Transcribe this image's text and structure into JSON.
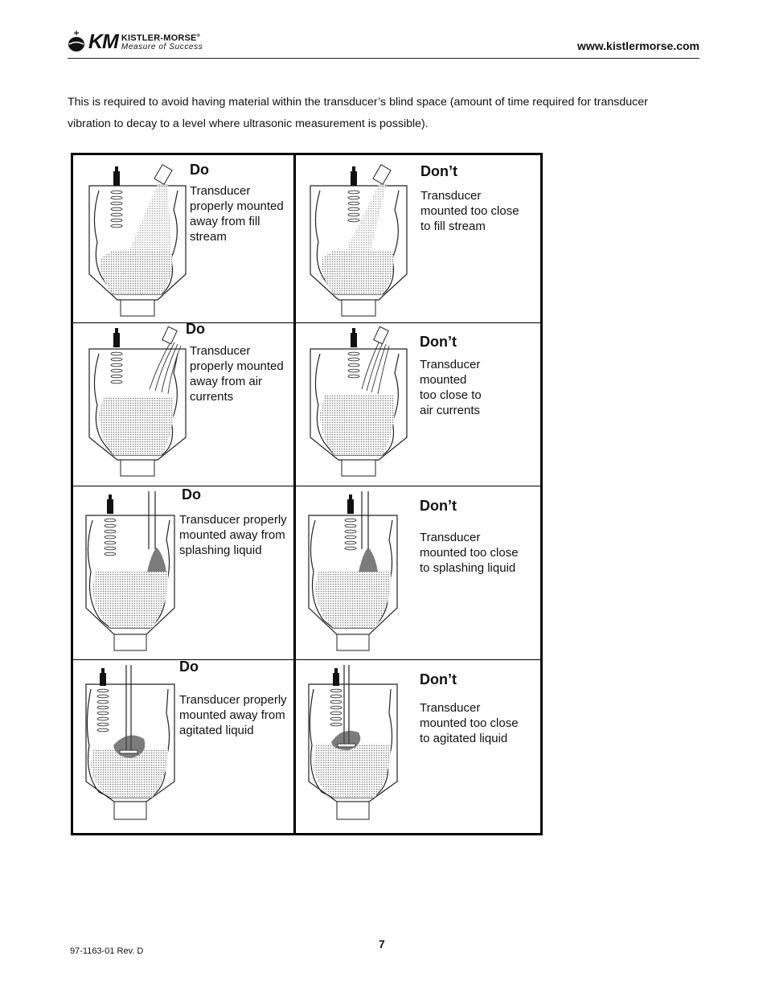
{
  "header": {
    "logo_mark": "KM",
    "brand": "KISTLER-MORSE",
    "tagline": "Measure of Success",
    "url": "www.kistlermorse.com"
  },
  "intro": "This is required to avoid having material within the transducer’s blind space (amount of time required for transducer vibration to decay to a level where ultrasonic measurement is possible).",
  "panels": [
    {
      "heading": "Do",
      "text": "Transducer\nproperly mounted\naway from fill\nstream"
    },
    {
      "heading": "Don’t",
      "text": "Transducer\nmounted too close\nto fill stream"
    },
    {
      "heading": "Do",
      "text": "Transducer\nproperly mounted\naway from air\ncurrents"
    },
    {
      "heading": "Don’t",
      "text": "Transducer\nmounted\ntoo close to\nair currents"
    },
    {
      "heading": "Do",
      "text": "Transducer properly\nmounted away from\nsplashing liquid"
    },
    {
      "heading": "Don’t",
      "text": "Transducer\nmounted too close\nto splashing liquid"
    },
    {
      "heading": "Do",
      "text": "Transducer properly\nmounted away from\nagitated liquid"
    },
    {
      "heading": "Don’t",
      "text": "Transducer\nmounted too close\nto agitated liquid"
    }
  ],
  "footer": {
    "doc_number": "97-1163-01 Rev. D",
    "page_number": "7"
  }
}
